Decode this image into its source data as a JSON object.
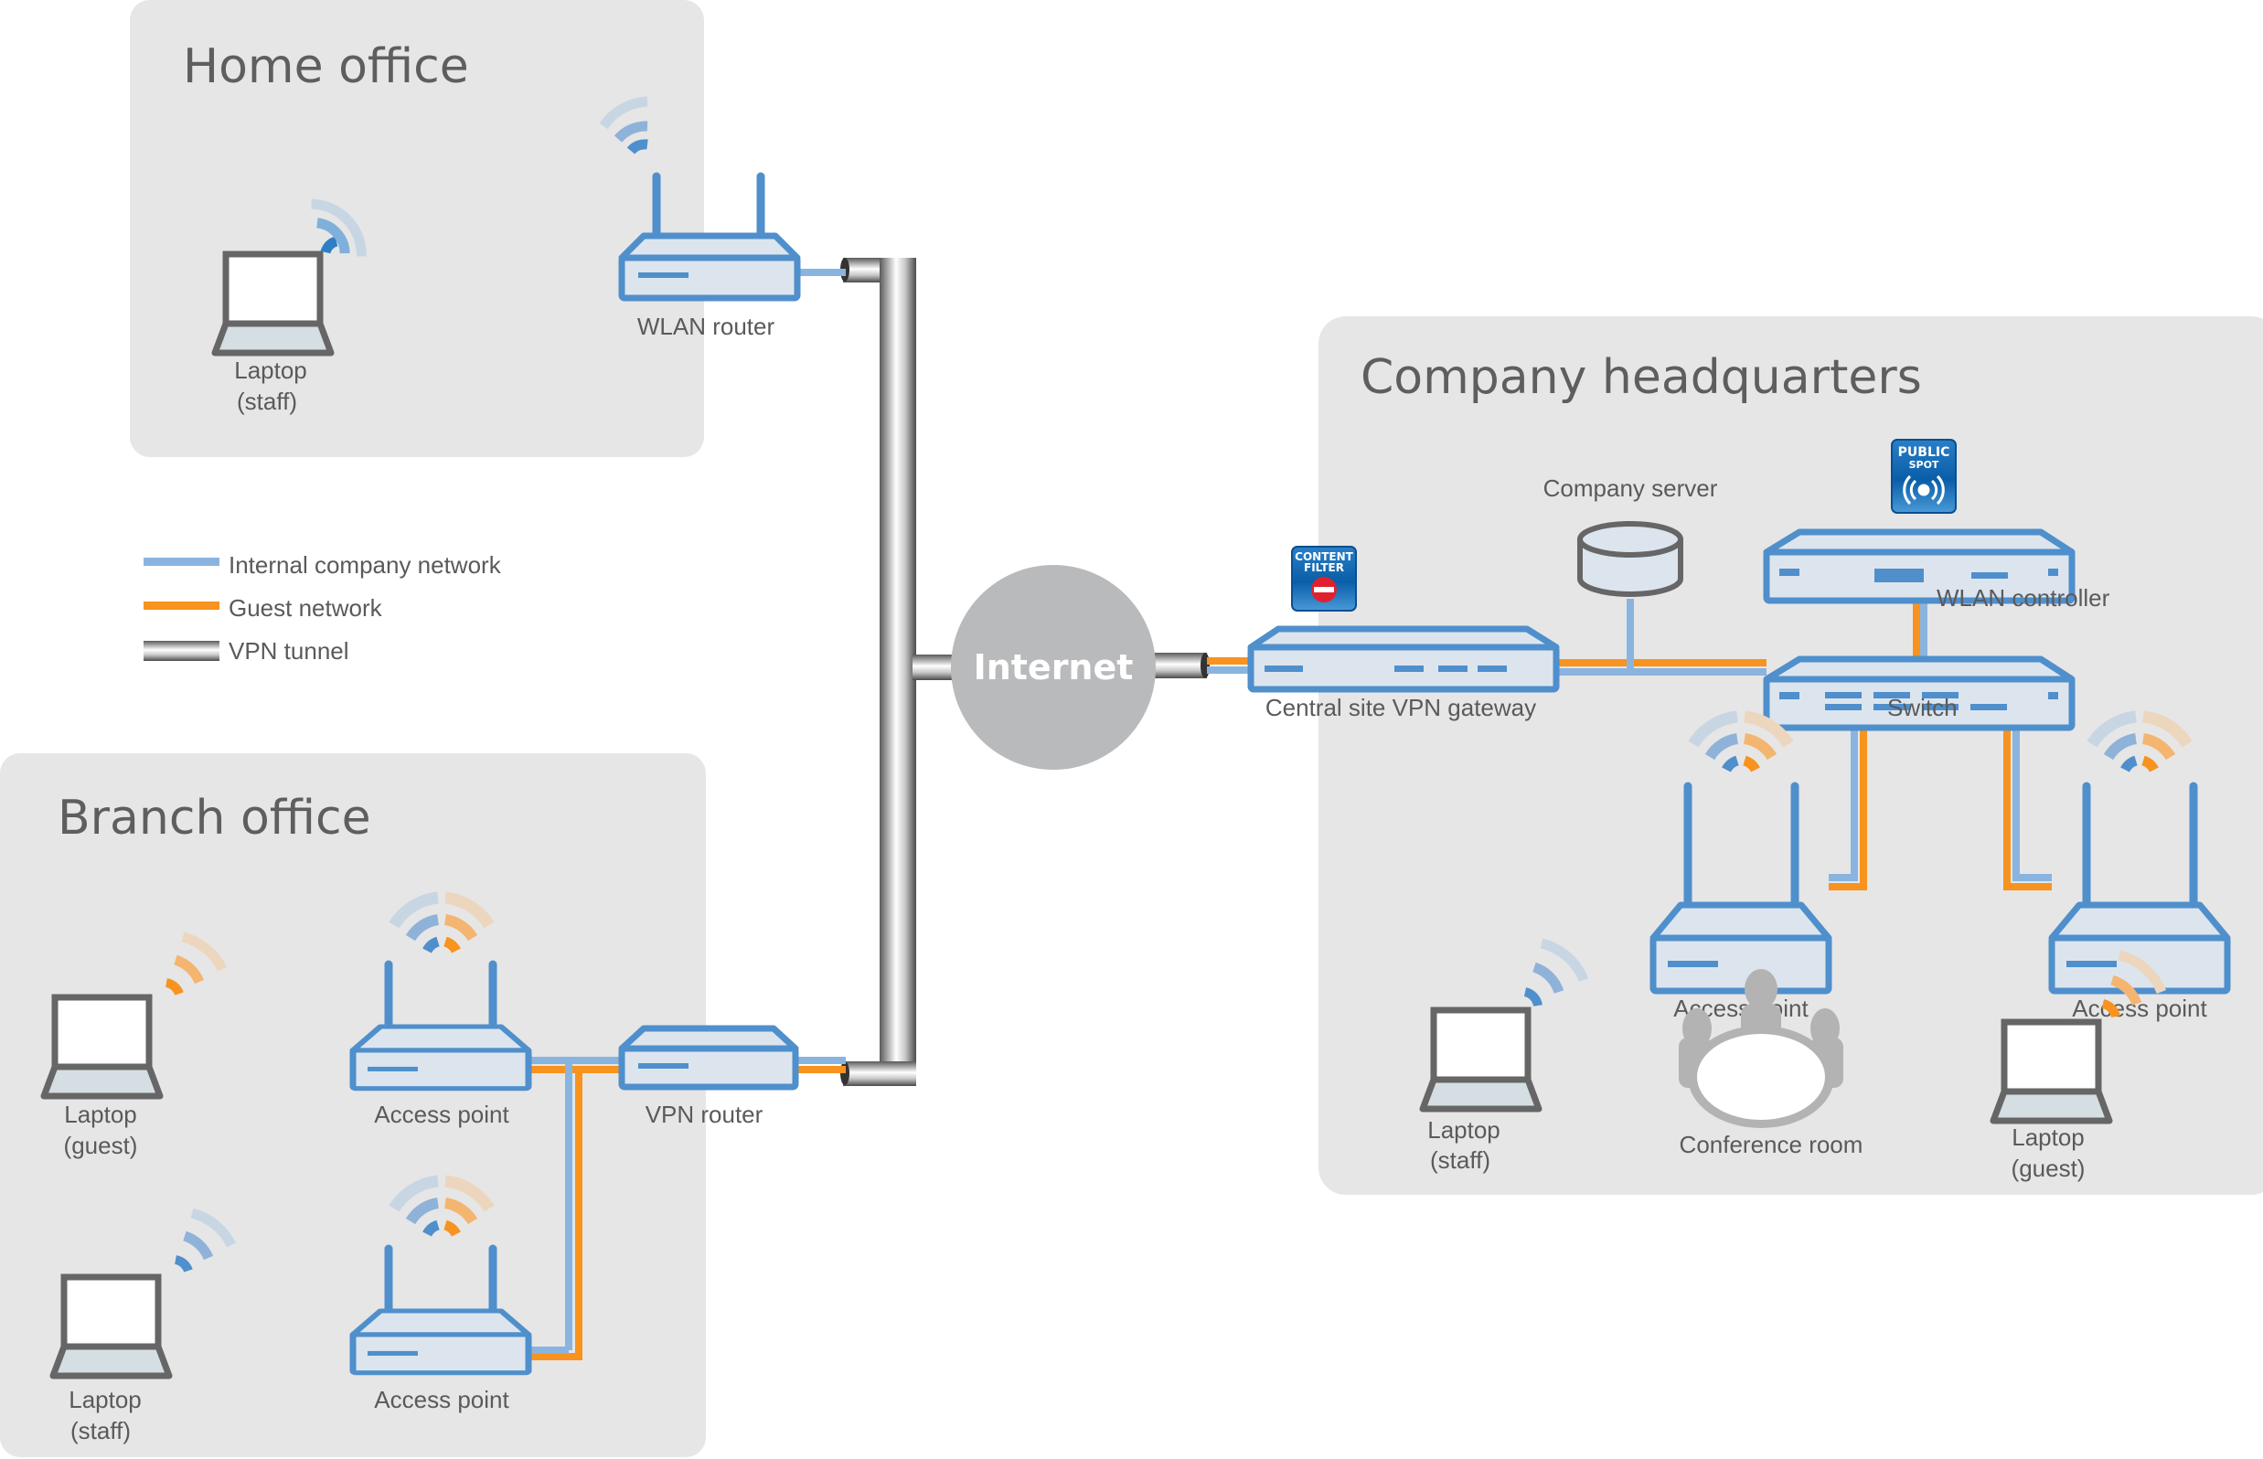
{
  "zones": {
    "home_office": {
      "title": "Home office"
    },
    "branch_office": {
      "title": "Branch office"
    },
    "headquarters": {
      "title": "Company headquarters"
    }
  },
  "legend": [
    {
      "label": "Internal company network",
      "color": "#8ab4e0",
      "kind": "internal"
    },
    {
      "label": "Guest network",
      "color": "#f7931e",
      "kind": "guest"
    },
    {
      "label": "VPN tunnel",
      "color": "#808080",
      "kind": "vpn"
    }
  ],
  "internet": {
    "label": "Internet"
  },
  "home": {
    "laptop": {
      "line1": "Laptop",
      "line2": "(staff)"
    },
    "router": {
      "label": "WLAN router"
    }
  },
  "branch": {
    "laptop_guest": {
      "line1": "Laptop",
      "line2": "(guest)"
    },
    "laptop_staff": {
      "line1": "Laptop",
      "line2": "(staff)"
    },
    "ap1": {
      "label": "Access point"
    },
    "ap2": {
      "label": "Access point"
    },
    "vpn_router": {
      "label": "VPN router"
    }
  },
  "hq": {
    "gateway": {
      "label": "Central site VPN gateway"
    },
    "content_filter_badge": {
      "line1": "CONTENT",
      "line2": "FILTER"
    },
    "server": {
      "label": "Company server"
    },
    "public_spot_badge": {
      "line1": "PUBLIC",
      "line2": "SPOT"
    },
    "wlan_controller": {
      "label": "WLAN controller"
    },
    "switch": {
      "label": "Switch"
    },
    "ap1": {
      "label": "Access point"
    },
    "ap2": {
      "label": "Access point"
    },
    "laptop_staff": {
      "line1": "Laptop",
      "line2": "(staff)"
    },
    "conference": {
      "label": "Conference room"
    },
    "laptop_guest": {
      "line1": "Laptop",
      "line2": "(guest)"
    }
  },
  "colors": {
    "device_blue": "#4f8fcc",
    "internal_line": "#8ab4e0",
    "guest_line": "#f7931e",
    "zone_bg": "#e6e6e6",
    "internet_cloud": "#b9babc"
  }
}
